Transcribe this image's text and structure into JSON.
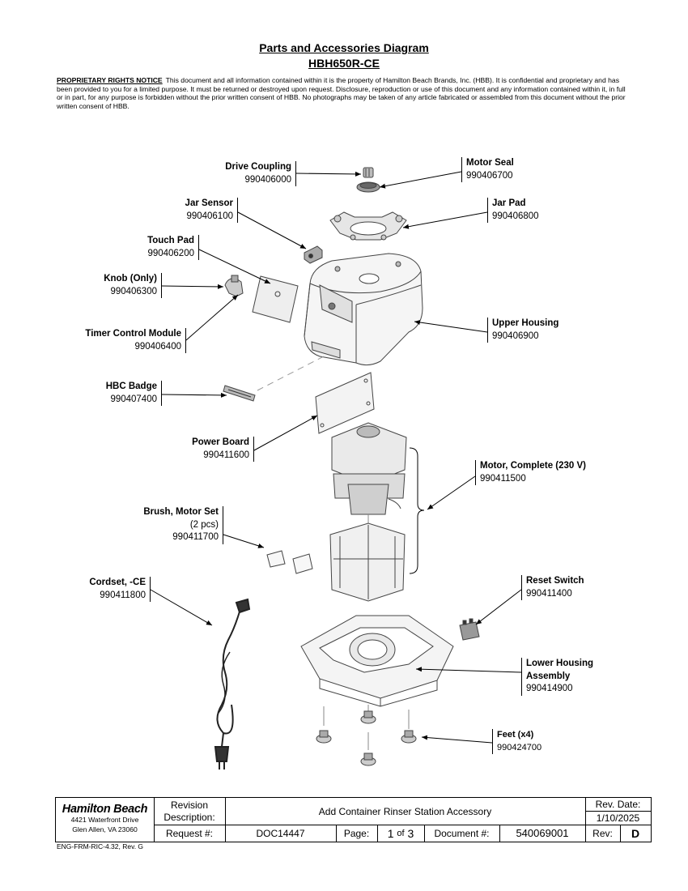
{
  "header": {
    "title": "Parts and Accessories Diagram",
    "model": "HBH650R-CE"
  },
  "notice": {
    "title": "PROPRIETARY RIGHTS NOTICE",
    "text": "This document and all information contained within it is the property of Hamilton Beach Brands, Inc. (HBB).  It is confidential and proprietary and has been provided to you for a limited purpose.  It must be returned or destroyed upon request.  Disclosure, reproduction or use of this document and any information contained within it, in full or in part, for any purpose is forbidden without the prior written consent of HBB.  No photographs may be taken of any article fabricated or assembled from this document without the prior written consent of HBB."
  },
  "parts": [
    {
      "name": "Drive Coupling",
      "part": "990406000"
    },
    {
      "name": "Motor Seal",
      "part": "990406700"
    },
    {
      "name": "Jar Sensor",
      "part": "990406100"
    },
    {
      "name": "Jar Pad",
      "part": "990406800"
    },
    {
      "name": "Touch Pad",
      "part": "990406200"
    },
    {
      "name": "Knob (Only)",
      "part": "990406300"
    },
    {
      "name": "Upper Housing",
      "part": "990406900"
    },
    {
      "name": "Timer Control Module",
      "part": "990406400"
    },
    {
      "name": "HBC Badge",
      "part": "990407400"
    },
    {
      "name": "Power Board",
      "part": "990411600"
    },
    {
      "name": "Motor, Complete (230 V)",
      "part": "990411500"
    },
    {
      "name": "Brush, Motor Set",
      "qty": "(2 pcs)",
      "part": "990411700"
    },
    {
      "name": "Reset Switch",
      "part": "990411400"
    },
    {
      "name": "Cordset, -CE",
      "part": "990411800"
    },
    {
      "name": "Lower Housing",
      "name2": "Assembly",
      "part": "990414900"
    },
    {
      "name": "Feet (x4)",
      "part": "990424700"
    }
  ],
  "title_block": {
    "company": "Hamilton Beach",
    "address1": "4421 Waterfront Drive",
    "address2": "Glen Allen, VA  23060",
    "revision_label": "Revision",
    "description_label": "Description:",
    "description": "Add Container Rinser Station Accessory",
    "rev_date_label": "Rev. Date:",
    "rev_date": "1/10/2025",
    "request_label": "Request #:",
    "request": "DOC14447",
    "page_label": "Page:",
    "page_num": "1",
    "page_of": "of",
    "page_total": "3",
    "document_label": "Document #:",
    "document": "540069001",
    "rev_label": "Rev:",
    "rev": "D"
  },
  "footer": "ENG-FRM-RIC-4.32, Rev. G"
}
